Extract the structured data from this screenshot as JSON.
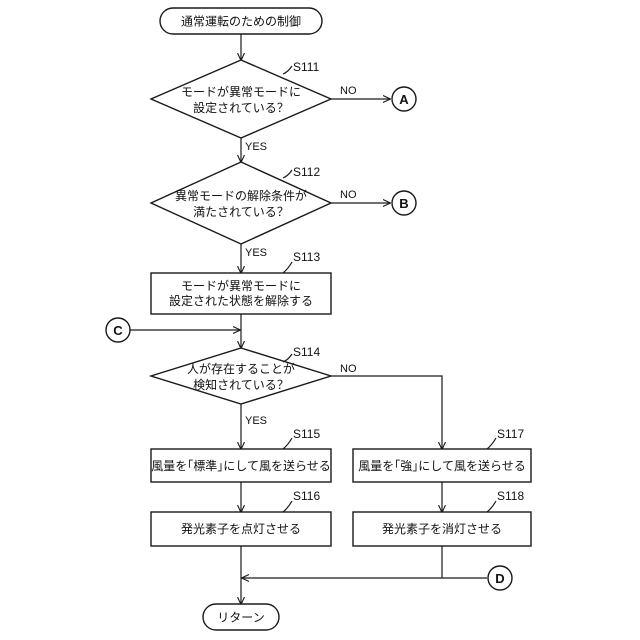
{
  "start": "通常運転のための制御",
  "end": "リターン",
  "steps": {
    "s111": {
      "id": "S111",
      "line1": "モードが異常モードに",
      "line2": "設定されている？"
    },
    "s112": {
      "id": "S112",
      "line1": "異常モードの解除条件が",
      "line2": "満たされている？"
    },
    "s113": {
      "id": "S113",
      "line1": "モードが異常モードに",
      "line2": "設定された状態を解除する"
    },
    "s114": {
      "id": "S114",
      "line1": "人が存在することが",
      "line2": "検知されている？"
    },
    "s115": {
      "id": "S115",
      "text": "風量を｢標準｣にして風を送らせる"
    },
    "s116": {
      "id": "S116",
      "text": "発光素子を点灯させる"
    },
    "s117": {
      "id": "S117",
      "text": "風量を｢強｣にして風を送らせる"
    },
    "s118": {
      "id": "S118",
      "text": "発光素子を消灯させる"
    }
  },
  "labels": {
    "yes": "YES",
    "no": "NO"
  },
  "connectors": {
    "a": "A",
    "b": "B",
    "c": "C",
    "d": "D"
  }
}
